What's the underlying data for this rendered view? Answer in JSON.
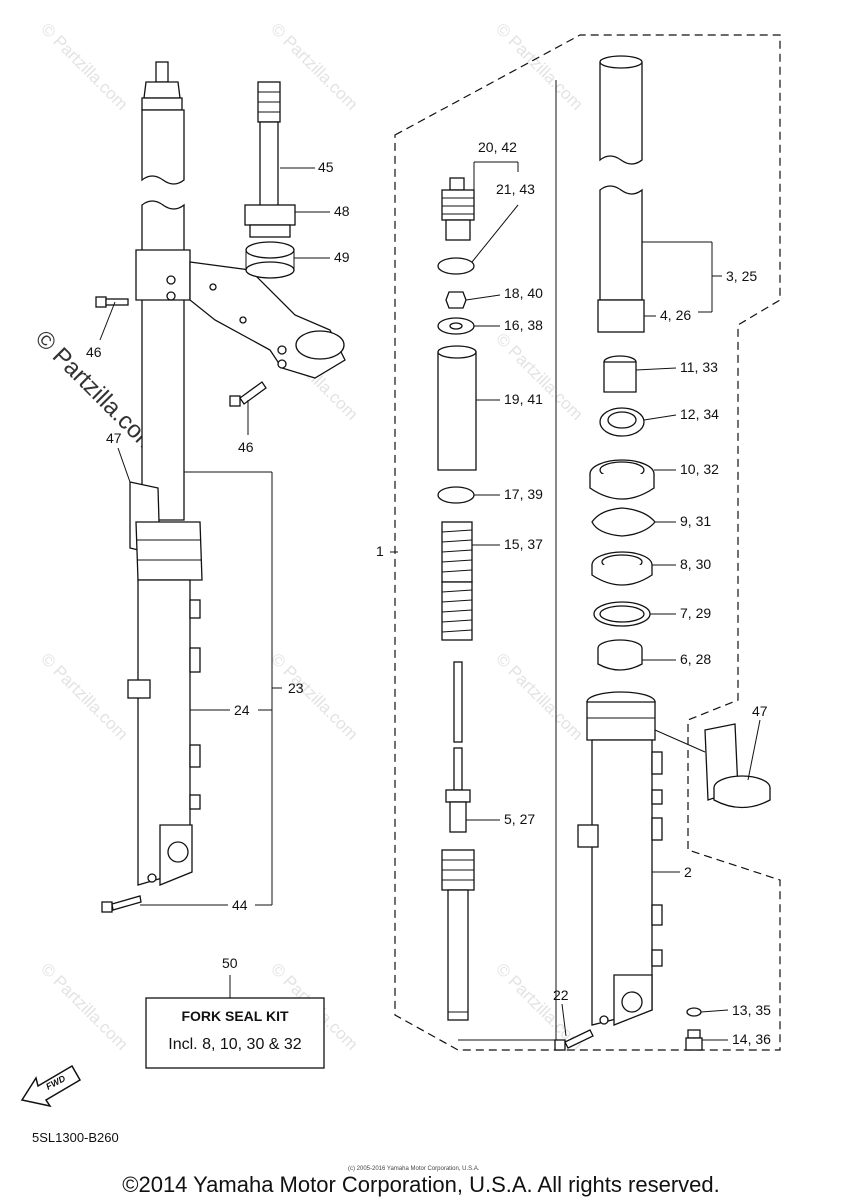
{
  "watermark": {
    "text": "© Partzilla.com",
    "prominent_text": "© Partzilla.com"
  },
  "callouts": [
    {
      "id": "c45",
      "label": "45"
    },
    {
      "id": "c48",
      "label": "48"
    },
    {
      "id": "c49",
      "label": "49"
    },
    {
      "id": "c46a",
      "label": "46"
    },
    {
      "id": "c46b",
      "label": "46"
    },
    {
      "id": "c47a",
      "label": "47"
    },
    {
      "id": "c23",
      "label": "23"
    },
    {
      "id": "c24",
      "label": "24"
    },
    {
      "id": "c44",
      "label": "44"
    },
    {
      "id": "c20",
      "label": "20, 42"
    },
    {
      "id": "c21",
      "label": "21, 43"
    },
    {
      "id": "c18",
      "label": "18, 40"
    },
    {
      "id": "c16",
      "label": "16, 38"
    },
    {
      "id": "c19",
      "label": "19, 41"
    },
    {
      "id": "c17",
      "label": "17, 39"
    },
    {
      "id": "c15",
      "label": "15, 37"
    },
    {
      "id": "c1",
      "label": "1"
    },
    {
      "id": "c5",
      "label": "5, 27"
    },
    {
      "id": "c3",
      "label": "3, 25"
    },
    {
      "id": "c4",
      "label": "4, 26"
    },
    {
      "id": "c11",
      "label": "11, 33"
    },
    {
      "id": "c12",
      "label": "12, 34"
    },
    {
      "id": "c10",
      "label": "10, 32"
    },
    {
      "id": "c9",
      "label": "9, 31"
    },
    {
      "id": "c8",
      "label": "8, 30"
    },
    {
      "id": "c7",
      "label": "7, 29"
    },
    {
      "id": "c6",
      "label": "6, 28"
    },
    {
      "id": "c47b",
      "label": "47"
    },
    {
      "id": "c2",
      "label": "2"
    },
    {
      "id": "c22",
      "label": "22"
    },
    {
      "id": "c13",
      "label": "13, 35"
    },
    {
      "id": "c14",
      "label": "14, 36"
    }
  ],
  "kit": {
    "number": "50",
    "title": "FORK SEAL KIT",
    "contents": "Incl. 8, 10, 30 & 32"
  },
  "fwd_label": "FWD",
  "diagram_code": "5SL1300-B260",
  "tiny_credit": "(c) 2005-2016 Yamaha Motor Corporation, U.S.A.",
  "copyright": "©2014 Yamaha Motor Corporation, U.S.A. All rights reserved."
}
